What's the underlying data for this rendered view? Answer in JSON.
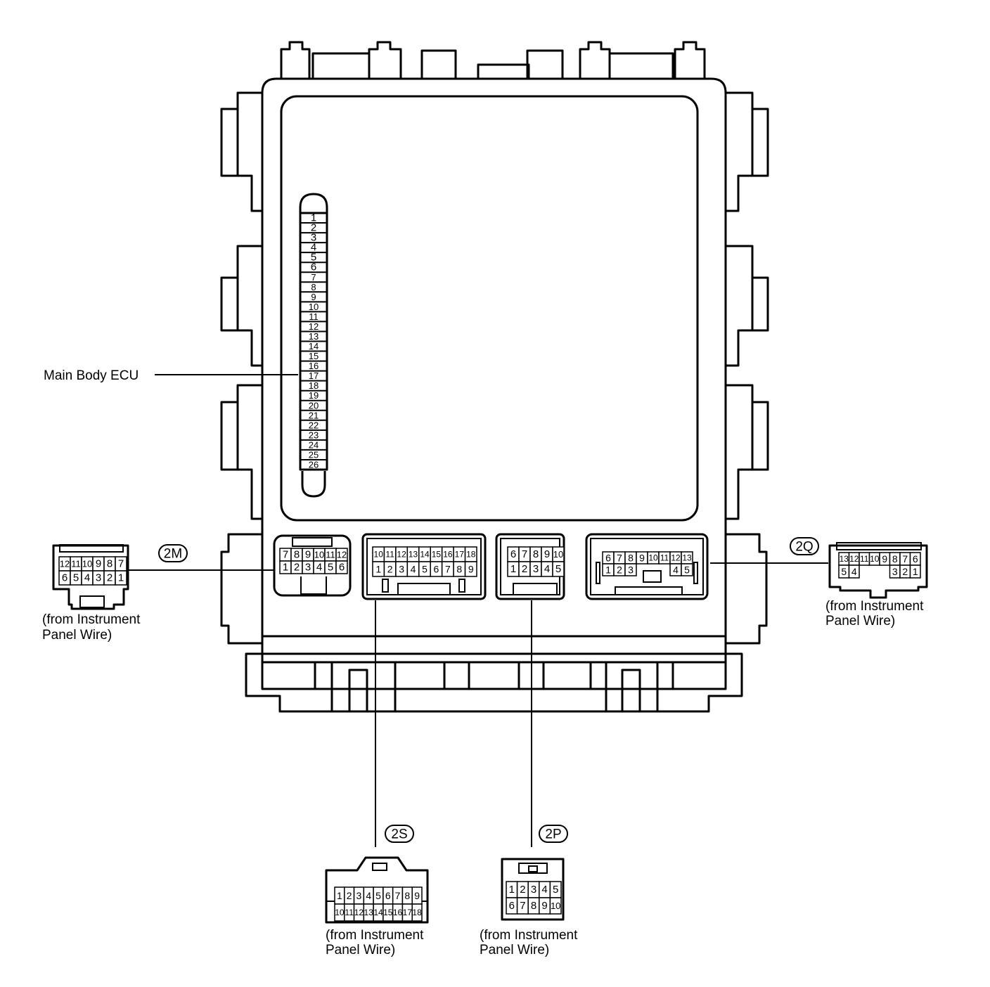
{
  "ecu_label": "Main Body ECU",
  "fuse_column": [
    "1",
    "2",
    "3",
    "4",
    "5",
    "6",
    "7",
    "8",
    "9",
    "10",
    "11",
    "12",
    "13",
    "14",
    "15",
    "16",
    "17",
    "18",
    "19",
    "20",
    "21",
    "22",
    "23",
    "24",
    "25",
    "26"
  ],
  "connectors": {
    "2M": {
      "tag": "2M",
      "socket_rows": [
        [
          "7",
          "8",
          "9",
          "10",
          "11",
          "12"
        ],
        [
          "1",
          "2",
          "3",
          "4",
          "5",
          "6"
        ]
      ],
      "plug_rows": [
        [
          "12",
          "11",
          "10",
          "9",
          "8",
          "7"
        ],
        [
          "6",
          "5",
          "4",
          "3",
          "2",
          "1"
        ]
      ],
      "note_line1": "(from Instrument",
      "note_line2": "Panel Wire)"
    },
    "2S": {
      "tag": "2S",
      "socket_rows": [
        [
          "10",
          "11",
          "12",
          "13",
          "14",
          "15",
          "16",
          "17",
          "18"
        ],
        [
          "1",
          "2",
          "3",
          "4",
          "5",
          "6",
          "7",
          "8",
          "9"
        ]
      ],
      "plug_rows": [
        [
          "1",
          "2",
          "3",
          "4",
          "5",
          "6",
          "7",
          "8",
          "9"
        ],
        [
          "10",
          "11",
          "12",
          "13",
          "14",
          "15",
          "16",
          "17",
          "18"
        ]
      ],
      "note_line1": "(from Instrument",
      "note_line2": "Panel Wire)"
    },
    "2P": {
      "tag": "2P",
      "socket_rows": [
        [
          "6",
          "7",
          "8",
          "9",
          "10"
        ],
        [
          "1",
          "2",
          "3",
          "4",
          "5"
        ]
      ],
      "plug_rows": [
        [
          "1",
          "2",
          "3",
          "4",
          "5"
        ],
        [
          "6",
          "7",
          "8",
          "9",
          "10"
        ]
      ],
      "note_line1": "(from Instrument",
      "note_line2": "Panel Wire)"
    },
    "2Q": {
      "tag": "2Q",
      "socket_rows": [
        [
          "6",
          "7",
          "8",
          "9",
          "10",
          "11",
          "12",
          "13"
        ],
        [
          "1",
          "2",
          "3",
          "",
          "",
          "",
          "4",
          "5"
        ]
      ],
      "plug_rows": [
        [
          "13",
          "12",
          "11",
          "10",
          "9",
          "8",
          "7",
          "6"
        ],
        [
          "5",
          "4",
          "",
          "",
          "",
          "3",
          "2",
          "1"
        ]
      ],
      "note_line1": "(from Instrument",
      "note_line2": "Panel Wire)"
    }
  }
}
